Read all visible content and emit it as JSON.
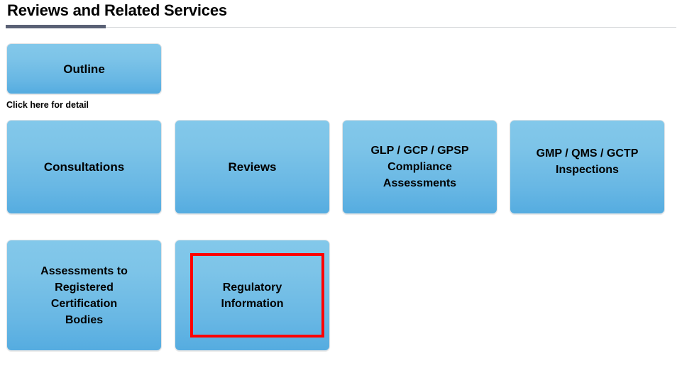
{
  "header": {
    "title": "Reviews and Related Services",
    "accent_color": "#5a6175",
    "rule_color": "#d5d7da"
  },
  "caption": {
    "text": "Click here for detail"
  },
  "theme": {
    "tile_gradient_top": "#83c8ea",
    "tile_gradient_bottom": "#55ace0",
    "tile_border": "#e2e4e6",
    "text_color": "#000000",
    "highlight_color": "#ff0000"
  },
  "tiles": {
    "outline": {
      "label": "Outline"
    },
    "row1": [
      {
        "label": "Consultations"
      },
      {
        "label": "Reviews"
      },
      {
        "label": "GLP / GCP / GPSP\nCompliance\nAssessments"
      },
      {
        "label": "GMP / QMS / GCTP\nInspections"
      }
    ],
    "row2": [
      {
        "label": "Assessments to\nRegistered\nCertification\nBodies"
      },
      {
        "label": "Regulatory\nInformation"
      }
    ]
  },
  "annotation": {
    "name": "regulatory-information-highlight",
    "color": "#ff0000"
  }
}
